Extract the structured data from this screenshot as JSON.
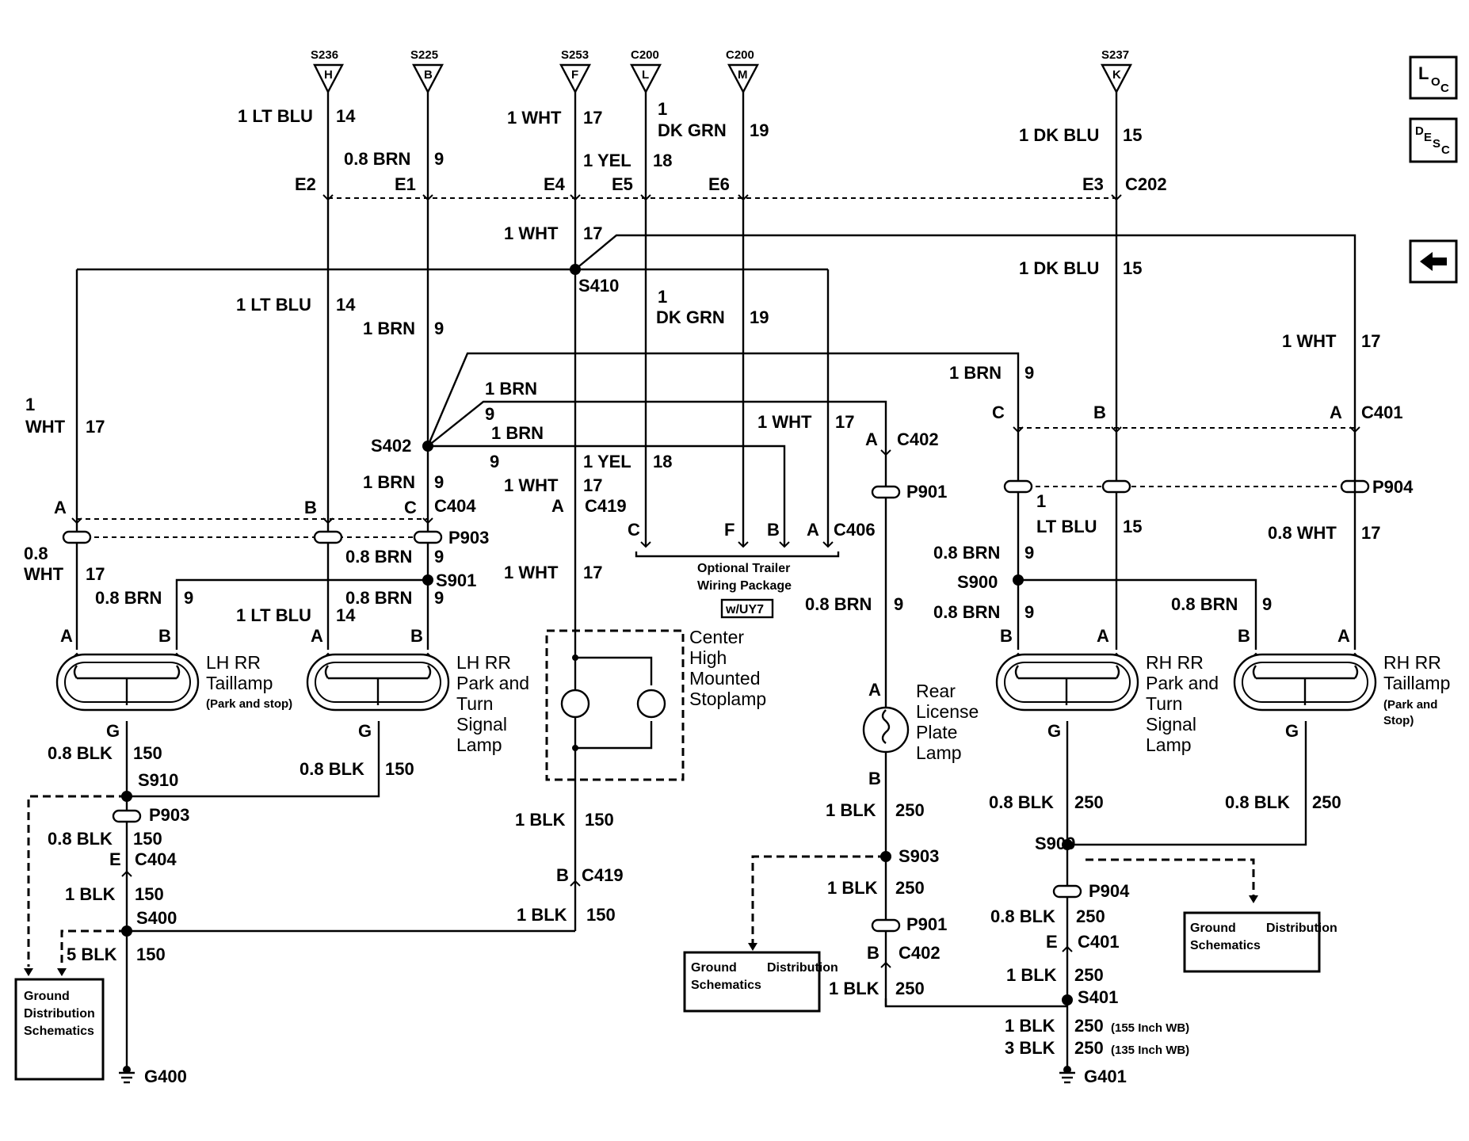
{
  "icons": {
    "loc": {
      "main": "L",
      "sub1": "O",
      "sub2": "C"
    },
    "desc": {
      "main": "D",
      "sub1": "E",
      "sub2": "S",
      "sub3": "C"
    },
    "back": "arrow-left-icon"
  },
  "sources": [
    {
      "id": "S236",
      "pin": "H"
    },
    {
      "id": "S225",
      "pin": "B"
    },
    {
      "id": "S253",
      "pin": "F"
    },
    {
      "id": "C200",
      "pin": "L"
    },
    {
      "id": "C200",
      "pin": "M"
    },
    {
      "id": "S237",
      "pin": "K"
    }
  ],
  "wires": {
    "lt_blu_14": {
      "label": "1 LT BLU",
      "num": "14"
    },
    "brn_08_9": {
      "label": "0.8 BRN",
      "num": "9"
    },
    "wht_17": {
      "label": "1 WHT",
      "num": "17"
    },
    "yel_18": {
      "label": "1 YEL",
      "num": "18"
    },
    "dk_grn_19": {
      "size": "1",
      "label": "DK GRN",
      "num": "19"
    },
    "dk_blu_15": {
      "label": "1 DK BLU",
      "num": "15"
    },
    "brn_1_9": {
      "label": "1 BRN",
      "num": "9"
    },
    "wht_1": "1",
    "wht_w": "WHT",
    "brn_1": "1 BRN",
    "nine": "9",
    "wht_08": {
      "size": "0.8",
      "label": "WHT",
      "num": "17"
    },
    "lt_blu_1": {
      "size": "1",
      "label": "LT BLU",
      "num": "15"
    },
    "wht_08_17": {
      "label": "0.8 WHT",
      "num": "17"
    },
    "blk_08_150": {
      "label": "0.8 BLK",
      "num": "150"
    },
    "blk_1_150": {
      "label": "1 BLK",
      "num": "150"
    },
    "blk_5_150": {
      "label": "5 BLK",
      "num": "150"
    },
    "blk_1_250": {
      "label": "1 BLK",
      "num": "250"
    },
    "blk_08_250": {
      "label": "0.8 BLK",
      "num": "250"
    },
    "blk_3_250": {
      "label": "3 BLK",
      "num": "250"
    },
    "wb155": "(155 Inch WB)",
    "wb135": "(135 Inch WB)"
  },
  "connectors": {
    "c202": "C202",
    "e2": "E2",
    "e1": "E1",
    "e4": "E4",
    "e5": "E5",
    "e6": "E6",
    "e3": "E3",
    "s410": "S410",
    "s402": "S402",
    "c404": "C404",
    "p903": "P903",
    "s901": "S901",
    "c419": "C419",
    "c406": "C406",
    "c402": "C402",
    "p901": "P901",
    "c401": "C401",
    "p904": "P904",
    "s900": "S900",
    "s910": "S910",
    "s400": "S400",
    "g400": "G400",
    "s903": "S903",
    "s909": "S909",
    "s401": "S401",
    "g401": "G401",
    "pinA": "A",
    "pinB": "B",
    "pinC": "C",
    "pinE": "E",
    "pinF": "F",
    "pinG": "G"
  },
  "components": {
    "lh_taillamp": {
      "l1": "LH RR",
      "l2": "Taillamp",
      "l3": "(Park and stop)"
    },
    "lh_park": {
      "l1": "LH RR",
      "l2": "Park and",
      "l3": "Turn",
      "l4": "Signal",
      "l5": "Lamp"
    },
    "chmsl": {
      "l1": "Center",
      "l2": "High",
      "l3": "Mounted",
      "l4": "Stoplamp"
    },
    "license": {
      "l1": "Rear",
      "l2": "License",
      "l3": "Plate",
      "l4": "Lamp"
    },
    "rh_park": {
      "l1": "RH RR",
      "l2": "Park and",
      "l3": "Turn",
      "l4": "Signal",
      "l5": "Lamp"
    },
    "rh_taillamp": {
      "l1": "RH RR",
      "l2": "Taillamp",
      "l3": "(Park and",
      "l4": "Stop)"
    },
    "trailer": {
      "l1": "Optional Trailer",
      "l2": "Wiring Package",
      "badge": "w/UY7"
    },
    "ground_box": {
      "l1": "Ground",
      "l2": "Distribution",
      "l3": "Schematics"
    }
  }
}
